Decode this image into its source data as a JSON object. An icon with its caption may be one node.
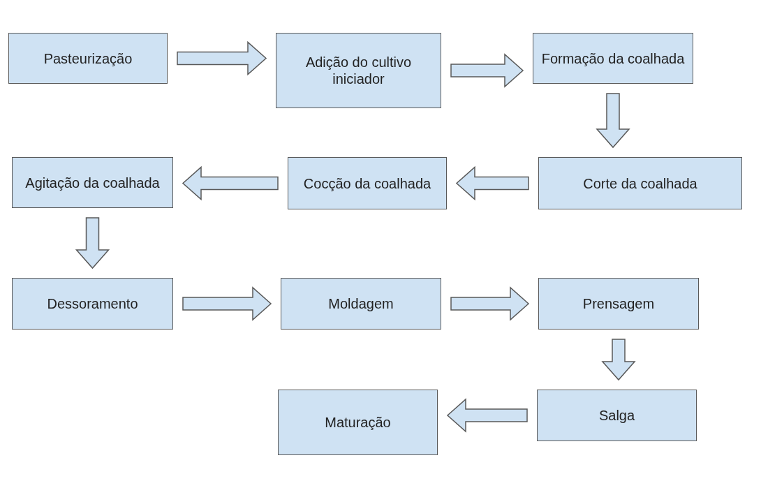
{
  "diagram": {
    "nodes": [
      {
        "text": [
          "Pasteurização"
        ]
      },
      {
        "text": [
          "Adição do cultivo iniciador"
        ]
      },
      {
        "text": [
          "Formação da coalhada"
        ]
      },
      {
        "text": [
          "Corte da coalhada"
        ]
      },
      {
        "text": [
          "Cocção da coalhada"
        ]
      },
      {
        "text": [
          "Agitação da coalhada"
        ]
      },
      {
        "text": [
          "Dessoramento"
        ]
      },
      {
        "text": [
          "Moldagem"
        ]
      },
      {
        "text": [
          "Prensagem"
        ]
      },
      {
        "text": [
          "Salga"
        ]
      },
      {
        "text": [
          "Maturação"
        ]
      }
    ],
    "edges": [
      {
        "from": 0,
        "to": 1,
        "arrow": "to"
      },
      {
        "from": 1,
        "to": 2,
        "arrow": "to"
      },
      {
        "from": 2,
        "to": 3,
        "arrow": "to"
      },
      {
        "from": 3,
        "to": 4,
        "arrow": "to"
      },
      {
        "from": 4,
        "to": 5,
        "arrow": "to"
      },
      {
        "from": 5,
        "to": 6,
        "arrow": "to"
      },
      {
        "from": 6,
        "to": 7,
        "arrow": "to"
      },
      {
        "from": 7,
        "to": 8,
        "arrow": "to"
      },
      {
        "from": 8,
        "to": 9,
        "arrow": "to"
      },
      {
        "from": 9,
        "to": 10,
        "arrow": "to"
      }
    ]
  }
}
